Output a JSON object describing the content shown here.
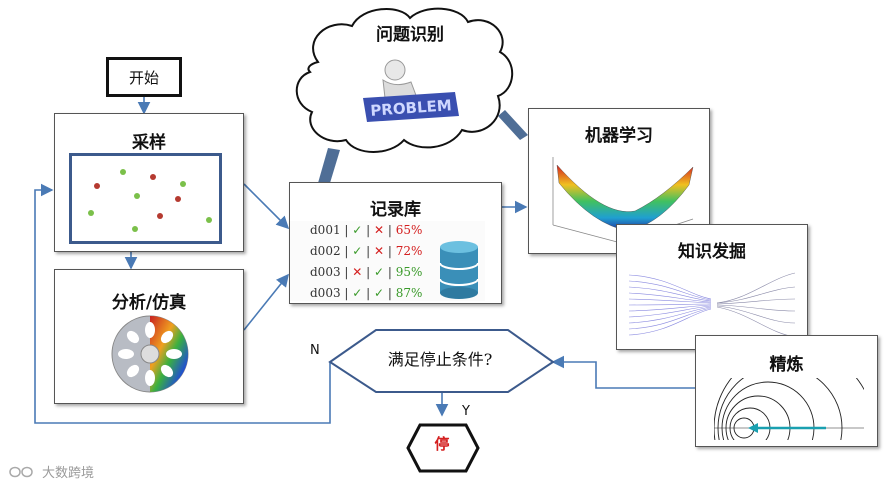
{
  "start": {
    "label": "开始"
  },
  "sampling": {
    "title": "采样"
  },
  "analysis": {
    "title": "分析/仿真"
  },
  "records": {
    "title": "记录库",
    "rows": [
      {
        "id": "d001",
        "a": "✓",
        "b": "✕",
        "pct": "65%"
      },
      {
        "id": "d002",
        "a": "✓",
        "b": "✕",
        "pct": "72%"
      },
      {
        "id": "d003",
        "a": "✕",
        "b": "✓",
        "pct": "95%"
      },
      {
        "id": "d003",
        "a": "✓",
        "b": "✓",
        "pct": "87%"
      }
    ]
  },
  "problem": {
    "title": "问题识别",
    "sign_text": "PROBLEM"
  },
  "ml": {
    "title": "机器学习"
  },
  "km": {
    "title": "知识发掘"
  },
  "refine": {
    "title": "精炼"
  },
  "decision": {
    "label": "满足停止条件?",
    "no_label": "N",
    "yes_label": "Y"
  },
  "stop": {
    "label": "停"
  },
  "watermark": {
    "text": "大数跨境"
  },
  "colors": {
    "arrow": "#4a7ab5",
    "frame": "#3c5a8c",
    "red": "#d42020",
    "green": "#3a9a2a"
  }
}
